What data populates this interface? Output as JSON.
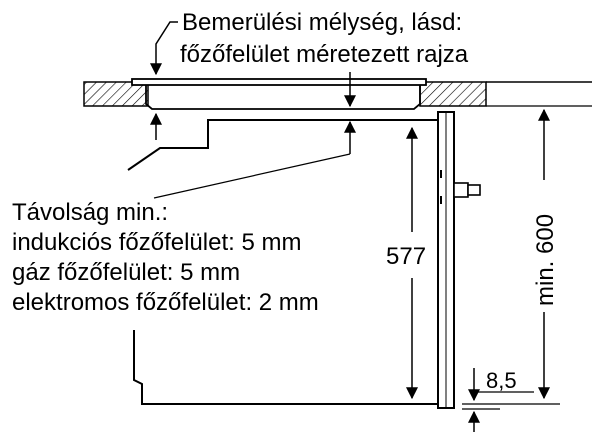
{
  "callout_top": {
    "line1": "Bemerülési mélység, lásd:",
    "line2": "főzőfelület méretezett rajza"
  },
  "distance_note": {
    "line1": "Távolság min.:",
    "line2": "indukciós főzőfelület: 5 mm",
    "line3": "gáz főzőfelület: 5 mm",
    "line4": "elektromos főzőfelület: 2 mm"
  },
  "dimensions": {
    "oven_height": "577",
    "niche_height": "min. 600",
    "bottom_offset": "8,5"
  },
  "colors": {
    "line": "#000000",
    "background": "#ffffff"
  }
}
